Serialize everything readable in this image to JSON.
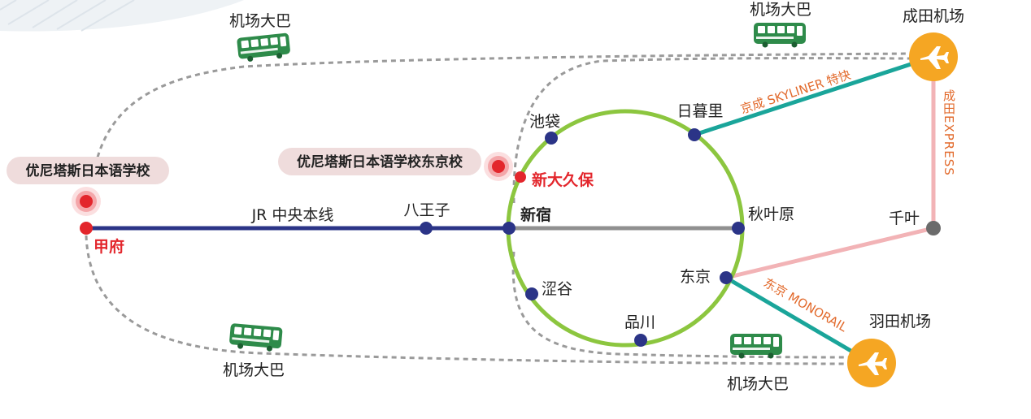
{
  "colors": {
    "jr_chuo": "#2b3487",
    "yamanote": "#8cc63f",
    "chuo_inner": "#909090",
    "skyliner": "#1aa59a",
    "monorail": "#1aa59a",
    "narita_express": "#f2b3b6",
    "sobu": "#f2b3b6",
    "bus": "#2e8b4a",
    "airport": "#f5a623",
    "station_dot": "#2b3487",
    "red_mark": "#e3262c",
    "dash": "#9a9a9a"
  },
  "lines": {
    "jr_chuo": "JR 中央本线",
    "skyliner": "京成 SKYLINER 特快",
    "monorail": "东京 MONORAIL",
    "narita_express": "成田EXPRESS"
  },
  "stations": {
    "kofu": "甲府",
    "hachioji": "八王子",
    "shinjuku": "新宿",
    "shin_okubo": "新大久保",
    "ikebukuro": "池袋",
    "nippori": "日暮里",
    "akihabara": "秋叶原",
    "tokyo": "东京",
    "shibuya": "涩谷",
    "shinagawa": "品川",
    "chiba": "千叶"
  },
  "airports": {
    "narita": "成田机场",
    "haneda": "羽田机场"
  },
  "schools": {
    "kofu_school": "优尼塔斯日本语学校",
    "tokyo_school": "优尼塔斯日本语学校东京校"
  },
  "bus_labels": {
    "bus_top_left": "机场大巴",
    "bus_top_right": "机场大巴",
    "bus_bottom_left": "机场大巴",
    "bus_bottom_right": "机场大巴"
  },
  "icons": {
    "bus": "bus-icon",
    "airplane": "airplane-icon",
    "location": "location-pin-icon"
  }
}
